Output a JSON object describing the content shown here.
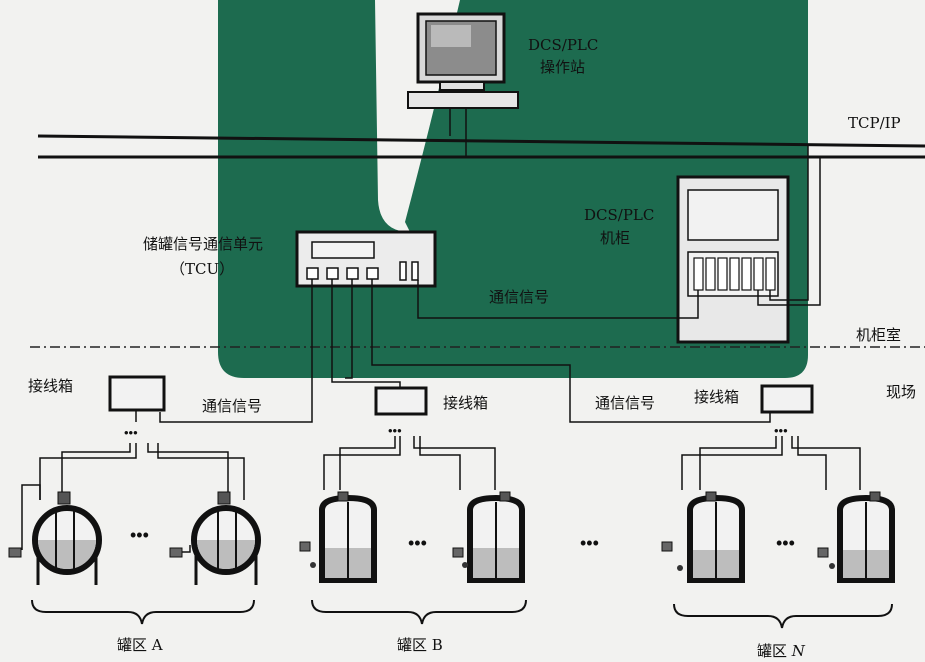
{
  "colors": {
    "watermark": "#1d6b4f",
    "line": "#111111",
    "liquid": "#bdbdbd",
    "background": "#f2f2f0"
  },
  "labels": {
    "dcs_station_line1": "DCS/PLC",
    "dcs_station_line2": "操作站",
    "network": "TCP/IP",
    "tcu_line1": "储罐信号通信单元",
    "tcu_line2": "（TCU）",
    "cabinet_line1": "DCS/PLC",
    "cabinet_line2": "机柜",
    "comm_signal_center": "通信信号",
    "control_room": "机柜室",
    "field": "现场",
    "junction_a": "接线箱",
    "comm_signal_a": "通信信号",
    "junction_b": "接线箱",
    "comm_signal_b": "通信信号",
    "junction_n": "接线箱",
    "ellipsis": "•••",
    "tank_ellipsis_a": "•••",
    "tank_ellipsis_b": "•••",
    "area_ellipsis": "•••",
    "tank_ellipsis_n": "•••",
    "area_a": "罐区 A",
    "area_b": "罐区 B",
    "area_n_prefix": "罐区 ",
    "area_n_letter": "N"
  }
}
